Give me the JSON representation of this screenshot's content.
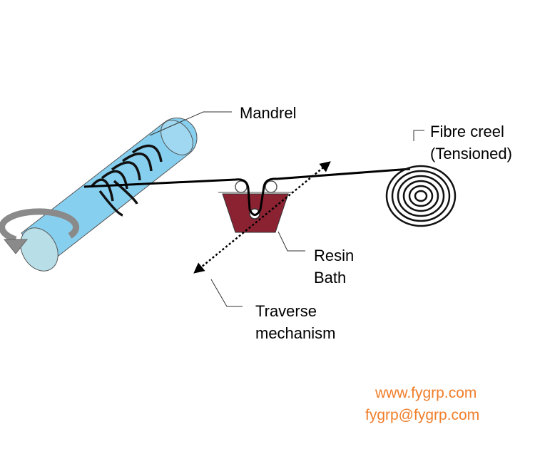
{
  "labels": {
    "mandrel": "Mandrel",
    "fibre_creel": "Fibre creel",
    "fibre_creel_note": "(Tensioned)",
    "resin": "Resin",
    "bath": "Bath",
    "traverse": "Traverse",
    "mechanism": "mechanism"
  },
  "watermark": {
    "website": "www.fygrp.com",
    "email": "fygrp@fygrp.com"
  },
  "colors": {
    "mandrel_fill": "#87cfee",
    "mandrel_end": "#b8dfe8",
    "resin_bath": "#8b2232",
    "rotation_arrow": "#8a8a8a",
    "watermark": "#f07e2a"
  }
}
